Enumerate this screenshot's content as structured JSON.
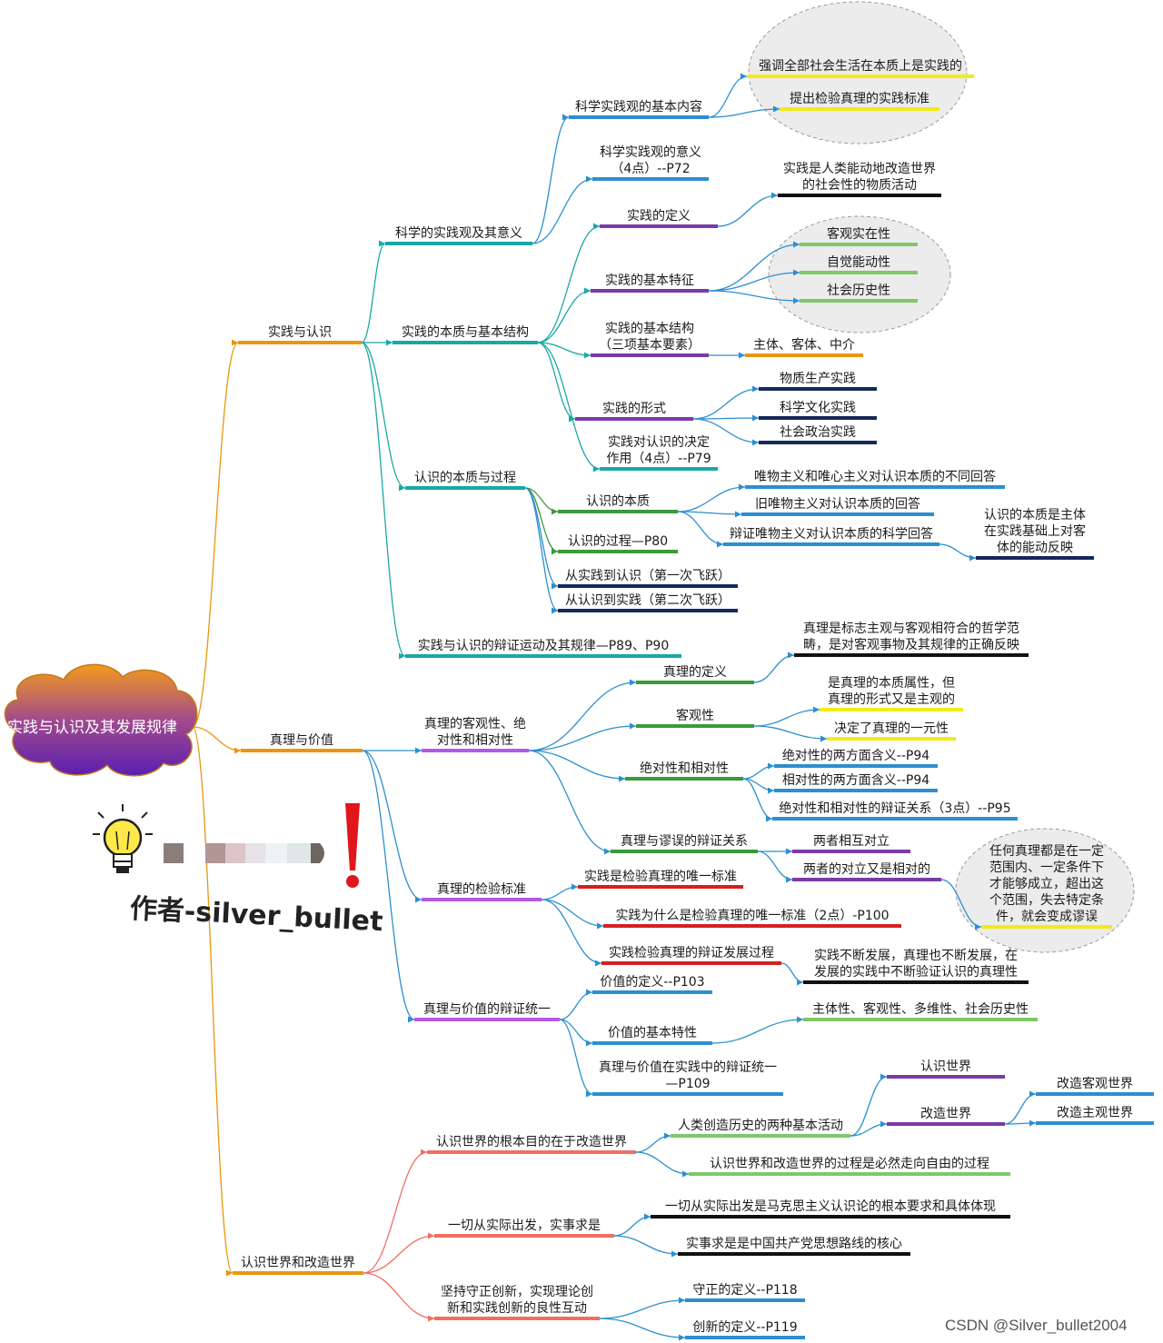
{
  "root": "实践与认识及其发展规律",
  "author": "作者-silver_bullet",
  "watermark": "CSDN @Silver_bullet2004",
  "colors": {
    "orange": "#e8960c",
    "teal": "#1aa7a7",
    "blue": "#2b8fd0",
    "purple": "#7a3aa8",
    "navy": "#14285a",
    "green": "#3a9a3a",
    "lightgreen": "#7ec86a",
    "yellow": "#f5ea17",
    "black": "#111111",
    "violet": "#b25ae6",
    "red": "#d42020",
    "salmon": "#f06e62"
  },
  "branches": {
    "practice": {
      "label": "实践与认识",
      "sci": {
        "label": "科学的实践观及其意义",
        "content": "科学实践观的基本内容",
        "content_a": "强调全部社会生活在本质上是实践的",
        "content_b": "提出检验真理的实践标准",
        "meaning": [
          "科学实践观的意义",
          "（4点）--P72"
        ]
      },
      "nature": {
        "label": "实践的本质与基本结构",
        "def": "实践的定义",
        "def_a": [
          "实践是人类能动地改造世界",
          "的社会性的物质活动"
        ],
        "feat": "实践的基本特征",
        "feat_items": [
          "客观实在性",
          "自觉能动性",
          "社会历史性"
        ],
        "struct": [
          "实践的基本结构",
          "（三项基本要素）"
        ],
        "struct_a": "主体、客体、中介",
        "forms": "实践的形式",
        "form_items": [
          "物质生产实践",
          "科学文化实践",
          "社会政治实践"
        ],
        "decisive": [
          "实践对认识的决定",
          "作用（4点）--P79"
        ]
      },
      "cog": {
        "label": "认识的本质与过程",
        "essence": "认识的本质",
        "essence_items": [
          "唯物主义和唯心主义对认识本质的不同回答",
          "旧唯物主义对认识本质的回答",
          "辩证唯物主义对认识本质的科学回答"
        ],
        "essence_answer": [
          "认识的本质是主体",
          "在实践基础上对客",
          "体的能动反映"
        ],
        "process": "认识的过程—P80",
        "leap1": "从实践到认识（第一次飞跃）",
        "leap2": "从认识到实践（第二次飞跃）"
      },
      "dialectic": "实践与认识的辩证运动及其规律—P89、P90"
    },
    "truth": {
      "label": "真理与价值",
      "obj": {
        "label": [
          "真理的客观性、绝",
          "对性和相对性"
        ],
        "def": "真理的定义",
        "def_a": [
          "真理是标志主观与客观相符合的哲学范",
          "畴，是对客观事物及其规律的正确反映"
        ],
        "objectivity": "客观性",
        "objectivity_a": [
          "是真理的本质属性，但",
          "真理的形式又是主观的"
        ],
        "objectivity_b": "决定了真理的一元性",
        "absrel": "绝对性和相对性",
        "absrel_items": [
          "绝对性的两方面含义--P94",
          "相对性的两方面含义--P94",
          "绝对性和相对性的辩证关系（3点）--P95"
        ],
        "error": "真理与谬误的辩证关系",
        "error_a": "两者相互对立",
        "error_b": "两者的对立又是相对的",
        "error_note": [
          "任何真理都是在一定",
          "范围内、一定条件下",
          "才能够成立，超出这",
          "个范围，失去特定条",
          "件，就会变成谬误"
        ]
      },
      "criterion": {
        "label": "真理的检验标准",
        "only": "实践是检验真理的唯一标准",
        "why": "实践为什么是检验真理的唯一标准（2点）-P100",
        "dev": "实践检验真理的辩证发展过程",
        "dev_a": [
          "实践不断发展，真理也不断发展，在",
          "发展的实践中不断验证认识的真理性"
        ]
      },
      "value": {
        "label": "真理与价值的辩证统一",
        "def": "价值的定义--P103",
        "traits": "价值的基本特性",
        "traits_a": "主体性、客观性、多维性、社会历史性",
        "unity": [
          "真理与价值在实践中的辩证统一",
          "—P109"
        ]
      }
    },
    "world": {
      "label": "认识世界和改造世界",
      "goal": {
        "label": "认识世界的根本目的在于改造世界",
        "two": "人类创造历史的两种基本活动",
        "know": "认识世界",
        "change": "改造世界",
        "change_items": [
          "改造客观世界",
          "改造主观世界"
        ],
        "freedom": "认识世界和改造世界的过程是必然走向自由的过程"
      },
      "fact": {
        "label": "一切从实际出发，实事求是",
        "a": "一切从实际出发是马克思主义认识论的根本要求和具体体现",
        "b": "实事求是是中国共产党思想路线的核心"
      },
      "innov": {
        "label": [
          "坚持守正创新，实现理论创",
          "新和实践创新的良性互动"
        ],
        "a": "守正的定义--P118",
        "b": "创新的定义--P119"
      }
    }
  }
}
